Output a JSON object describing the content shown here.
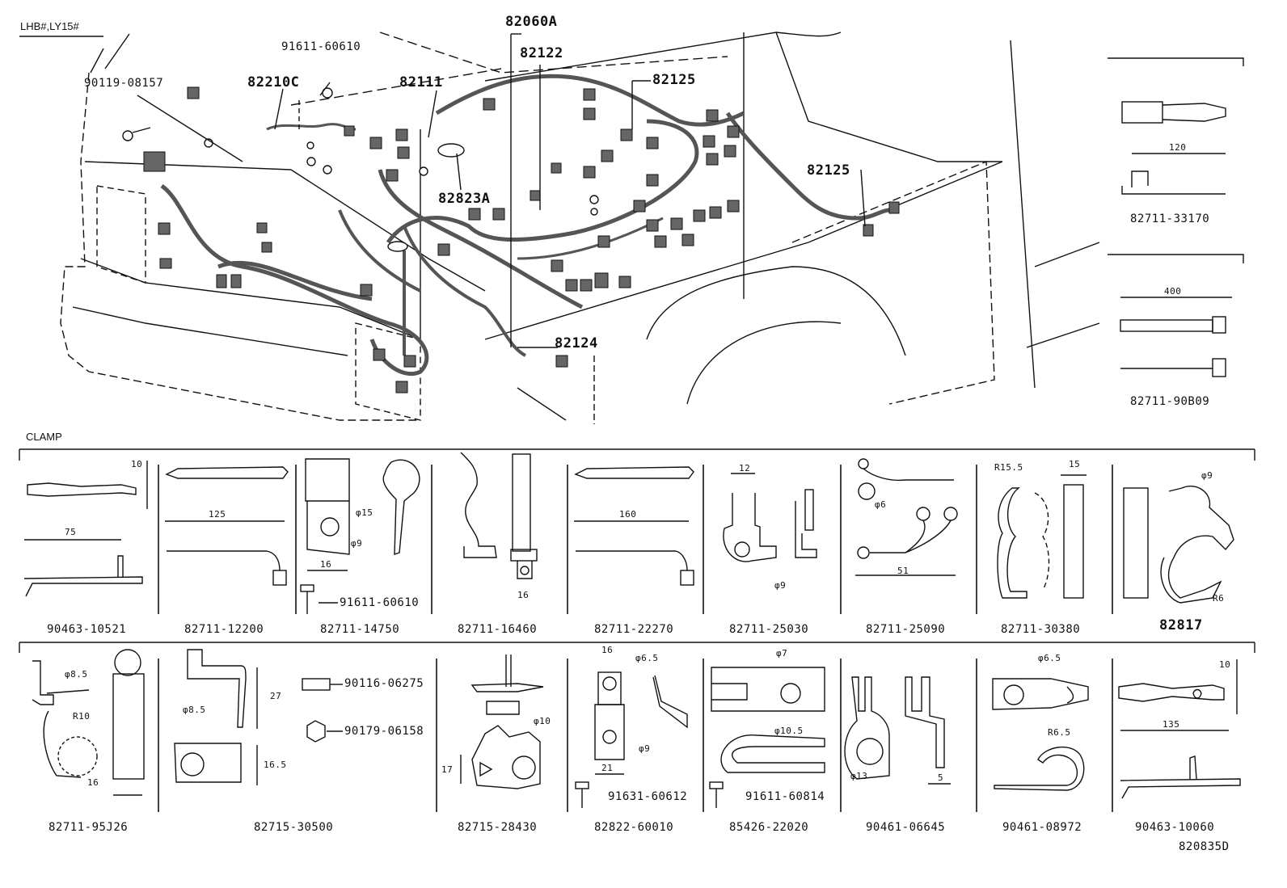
{
  "header": {
    "variant": "LHB#,LY15#"
  },
  "main_diagram": {
    "callouts": [
      "90119-08157",
      "91611-60610",
      "82210C",
      "82111",
      "82060A",
      "82122",
      "82125",
      "82125",
      "82823A",
      "82124"
    ]
  },
  "side_parts": [
    {
      "part": "82711-33170",
      "dim": "120"
    },
    {
      "part": "82711-90B09",
      "dim": "400"
    }
  ],
  "clamp_section": {
    "title": "CLAMP",
    "row1": [
      {
        "part": "90463-10521",
        "dims": [
          "10",
          "75"
        ]
      },
      {
        "part": "82711-12200",
        "dims": [
          "125"
        ]
      },
      {
        "part": "82711-14750",
        "dims": [
          "φ15",
          "φ9",
          "16"
        ],
        "sub": "91611-60610"
      },
      {
        "part": "82711-16460",
        "dims": [
          "16"
        ]
      },
      {
        "part": "82711-22270",
        "dims": [
          "160"
        ]
      },
      {
        "part": "82711-25030",
        "dims": [
          "12",
          "φ9"
        ]
      },
      {
        "part": "82711-25090",
        "dims": [
          "φ6",
          "51"
        ]
      },
      {
        "part": "82711-30380",
        "dims": [
          "R15.5",
          "15"
        ]
      },
      {
        "part": "82817",
        "dims": [
          "φ9",
          "R6"
        ]
      }
    ],
    "row2": [
      {
        "part": "82711-95J26",
        "dims": [
          "φ8.5",
          "R10",
          "16"
        ]
      },
      {
        "part": "82715-30500",
        "dims": [
          "φ8.5",
          "27",
          "16.5"
        ],
        "subs": [
          "90116-06275",
          "90179-06158"
        ]
      },
      {
        "part": "82715-28430",
        "dims": [
          "φ10",
          "17"
        ]
      },
      {
        "part": "82822-60010",
        "dims": [
          "16",
          "φ6.5",
          "φ9",
          "21"
        ],
        "sub": "91631-60612"
      },
      {
        "part": "85426-22020",
        "dims": [
          "φ7",
          "φ10.5"
        ],
        "sub": "91611-60814"
      },
      {
        "part": "90461-06645",
        "dims": [
          "φ13",
          "5"
        ]
      },
      {
        "part": "90461-08972",
        "dims": [
          "φ6.5",
          "R6.5"
        ]
      },
      {
        "part": "90463-10060",
        "dims": [
          "10",
          "135"
        ]
      }
    ]
  },
  "footer": {
    "drawing_id": "820835D"
  }
}
